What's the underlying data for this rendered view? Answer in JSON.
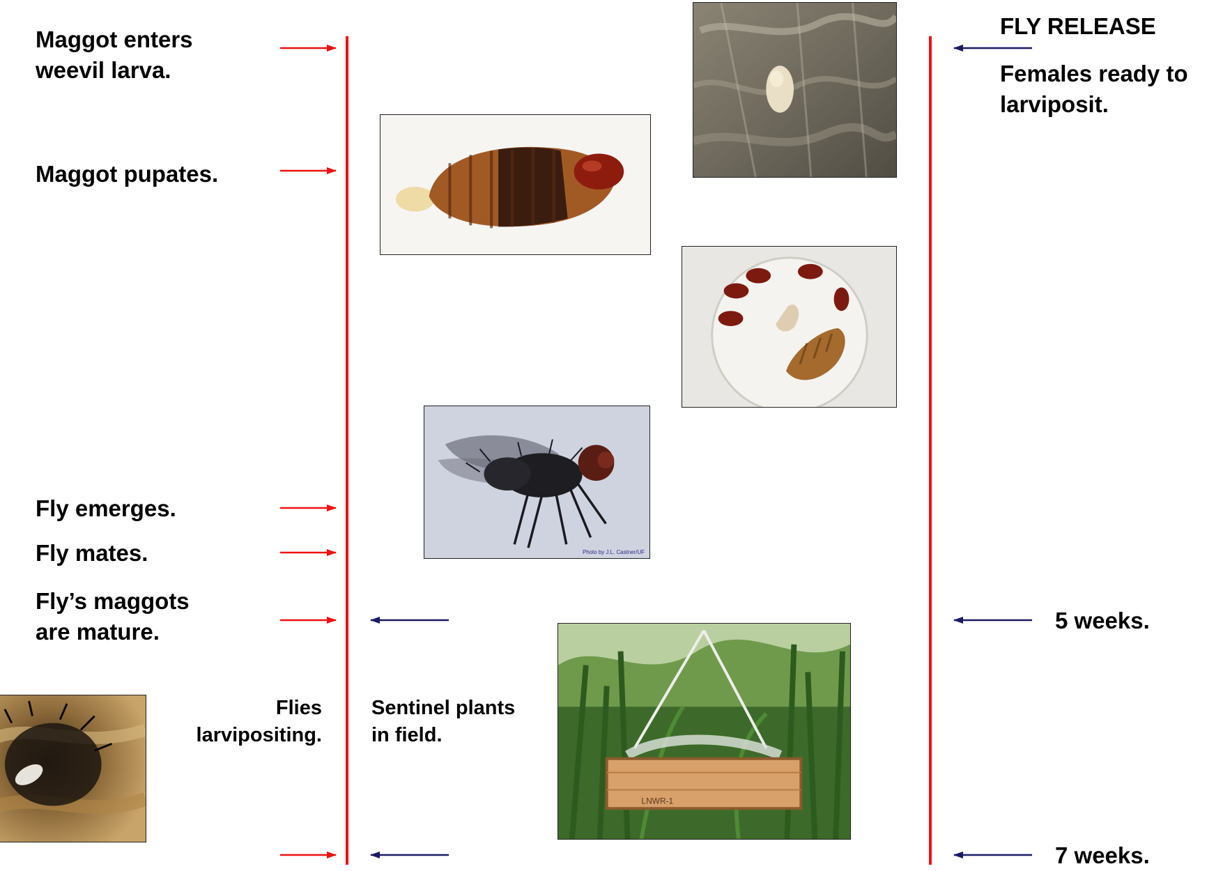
{
  "left_labels": {
    "maggot_enters": "Maggot enters\nweevil larva.",
    "maggot_pupates": "Maggot pupates.",
    "fly_emerges": "Fly emerges.",
    "fly_mates": "Fly mates.",
    "maggots_mature": "Fly’s maggots\nare mature.",
    "flies_larvipositing": "Flies\nlarvipositing.",
    "sentinel_plants": "Sentinel plants\nin field."
  },
  "right_labels": {
    "fly_release": "FLY RELEASE",
    "females_ready": "Females ready to\nlarviposit.",
    "five_weeks": "5 weeks.",
    "seven_weeks": "7 weeks."
  },
  "photos": {
    "fly_credit": "Photo by J.L. Castner/UF",
    "sentinel_box_tag": "LNWR-1"
  },
  "colors": {
    "timeline": "#ee1111",
    "red_arrow": "#ee1111",
    "blue_arrow": "#1a1a66"
  }
}
